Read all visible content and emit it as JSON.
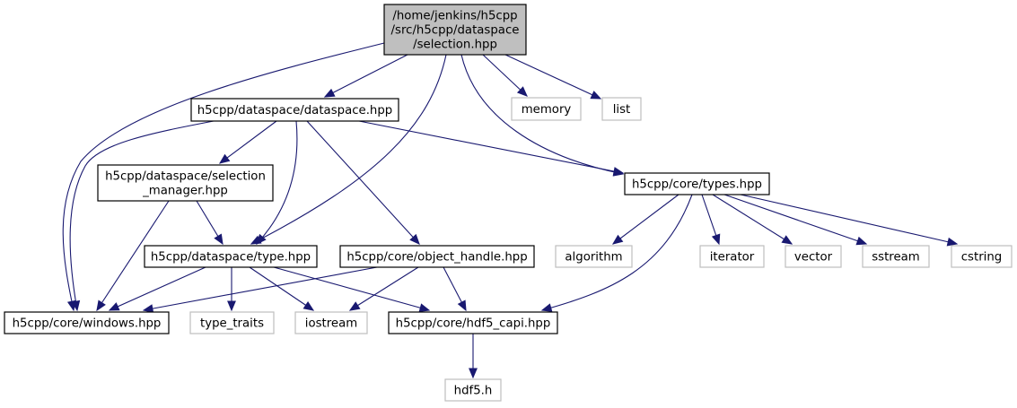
{
  "graph": {
    "title": "Include dependency graph for selection.hpp",
    "colors": {
      "edge": "#191970",
      "root_fill": "#bfbfbf",
      "node_border": "#000000",
      "external_border": "#bfbfbf"
    },
    "nodes": [
      {
        "id": "selection",
        "kind": "root",
        "lines": [
          "/home/jenkins/h5cpp",
          "/src/h5cpp/dataspace",
          "/selection.hpp"
        ]
      },
      {
        "id": "dataspace",
        "kind": "internal",
        "lines": [
          "h5cpp/dataspace/dataspace.hpp"
        ]
      },
      {
        "id": "memory",
        "kind": "external",
        "lines": [
          "memory"
        ]
      },
      {
        "id": "list",
        "kind": "external",
        "lines": [
          "list"
        ]
      },
      {
        "id": "selection_manager",
        "kind": "internal",
        "lines": [
          "h5cpp/dataspace/selection",
          "_manager.hpp"
        ]
      },
      {
        "id": "types",
        "kind": "internal",
        "lines": [
          "h5cpp/core/types.hpp"
        ]
      },
      {
        "id": "type",
        "kind": "internal",
        "lines": [
          "h5cpp/dataspace/type.hpp"
        ]
      },
      {
        "id": "object_handle",
        "kind": "internal",
        "lines": [
          "h5cpp/core/object_handle.hpp"
        ]
      },
      {
        "id": "algorithm",
        "kind": "external",
        "lines": [
          "algorithm"
        ]
      },
      {
        "id": "iterator",
        "kind": "external",
        "lines": [
          "iterator"
        ]
      },
      {
        "id": "vector",
        "kind": "external",
        "lines": [
          "vector"
        ]
      },
      {
        "id": "sstream",
        "kind": "external",
        "lines": [
          "sstream"
        ]
      },
      {
        "id": "cstring",
        "kind": "external",
        "lines": [
          "cstring"
        ]
      },
      {
        "id": "windows",
        "kind": "internal",
        "lines": [
          "h5cpp/core/windows.hpp"
        ]
      },
      {
        "id": "type_traits",
        "kind": "external",
        "lines": [
          "type_traits"
        ]
      },
      {
        "id": "iostream",
        "kind": "external",
        "lines": [
          "iostream"
        ]
      },
      {
        "id": "hdf5_capi",
        "kind": "internal",
        "lines": [
          "h5cpp/core/hdf5_capi.hpp"
        ]
      },
      {
        "id": "hdf5h",
        "kind": "external",
        "lines": [
          "hdf5.h"
        ]
      }
    ],
    "edges": [
      {
        "from": "selection",
        "to": "windows"
      },
      {
        "from": "selection",
        "to": "dataspace"
      },
      {
        "from": "selection",
        "to": "type"
      },
      {
        "from": "selection",
        "to": "types"
      },
      {
        "from": "selection",
        "to": "memory"
      },
      {
        "from": "selection",
        "to": "list"
      },
      {
        "from": "dataspace",
        "to": "windows"
      },
      {
        "from": "dataspace",
        "to": "selection_manager"
      },
      {
        "from": "dataspace",
        "to": "type"
      },
      {
        "from": "dataspace",
        "to": "object_handle"
      },
      {
        "from": "dataspace",
        "to": "types"
      },
      {
        "from": "selection_manager",
        "to": "windows"
      },
      {
        "from": "selection_manager",
        "to": "type"
      },
      {
        "from": "type",
        "to": "windows"
      },
      {
        "from": "type",
        "to": "type_traits"
      },
      {
        "from": "type",
        "to": "iostream"
      },
      {
        "from": "type",
        "to": "hdf5_capi"
      },
      {
        "from": "object_handle",
        "to": "windows"
      },
      {
        "from": "object_handle",
        "to": "iostream"
      },
      {
        "from": "object_handle",
        "to": "hdf5_capi"
      },
      {
        "from": "types",
        "to": "algorithm"
      },
      {
        "from": "types",
        "to": "hdf5_capi"
      },
      {
        "from": "types",
        "to": "iterator"
      },
      {
        "from": "types",
        "to": "vector"
      },
      {
        "from": "types",
        "to": "sstream"
      },
      {
        "from": "types",
        "to": "cstring"
      },
      {
        "from": "hdf5_capi",
        "to": "hdf5h"
      }
    ]
  }
}
